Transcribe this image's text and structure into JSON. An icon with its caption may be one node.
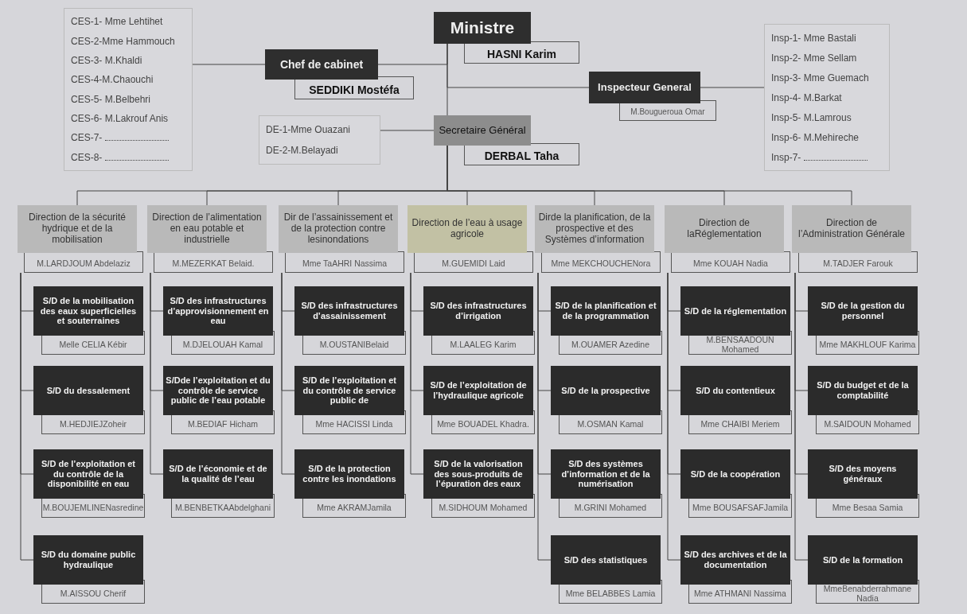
{
  "diagram": {
    "nodes": [
      {
        "text": [
          "CES-1- Mme Lehtihet",
          "CES-2-Mme Hammouch",
          "CES-3- M.Khaldi",
          "CES-4-M.Chaouchi",
          "CES-5- M.Belbehri",
          "CES-6- M.Lakrouf Anis",
          "CES-7-",
          "CES-8-"
        ]
      },
      {
        "text": [
          "Ministre",
          "HASNI Karim"
        ]
      },
      {
        "text": [
          "Insp-1- Mme Bastali",
          "Insp-2- Mme Sellam",
          "Insp-3- Mme Guemach",
          "Insp-4- M.Barkat",
          "Insp-5- M.Lamrous",
          "Insp-6- M.Mehireche",
          "Insp-7-"
        ]
      },
      {
        "text": [
          "Chef de cabinet",
          "SEDDIKI Mostéfa"
        ]
      },
      {
        "text": [
          "Inspecteur General",
          "M.Bougueroua Omar"
        ]
      },
      {
        "text": [
          "DE-1-Mme Ouazani",
          "DE-2-M.Belayadi"
        ]
      },
      {
        "text": [
          "Secretaire Général",
          "DERBAL Taha"
        ]
      },
      {
        "text": [
          "Direction de la sécurité hydrique et de la mobilisation",
          "M.LARDJOUM Abdelaziz"
        ]
      },
      {
        "text": [
          "S/D de la mobilisation des eaux superficielles et souterraines",
          "Melle CELIA Kébir"
        ]
      },
      {
        "text": [
          "S/D du dessalement",
          "M.HEDJIEJZoheir"
        ]
      },
      {
        "text": [
          "S/D de l’exploitation et du contrôle de la disponibilité en eau",
          "M.BOUJEMLINENasredine"
        ]
      },
      {
        "text": [
          "S/D du domaine public hydraulique",
          "M.AISSOU Cherif"
        ]
      },
      {
        "text": [
          "Direction de l’alimentation en eau potable et industrielle",
          "M.MEZERKAT Belaid."
        ]
      },
      {
        "text": [
          "S/D des infrastructures d’approvisionnement en eau",
          "M.DJELOUAH Kamal"
        ]
      },
      {
        "text": [
          "S/Dde l’exploitation et du contrôle de service public de l’eau potable",
          "M.BEDIAF Hicham"
        ]
      },
      {
        "text": [
          "S/D de l’économie et de la qualité de l’eau",
          "M.BENBETKAAbdelghani"
        ]
      },
      {
        "text": [
          "Dir de l’assainissement et de la protection contre lesinondations",
          "Mme TaAHRI Nassima"
        ]
      },
      {
        "text": [
          "S/D des infrastructures d’assainissement",
          "M.OUSTANIBelaid"
        ]
      },
      {
        "text": [
          "S/D de l’exploitation et du contrôle de service public de",
          "Mme HACISSI Linda"
        ]
      },
      {
        "text": [
          "S/D de la protection contre les inondations",
          "Mme AKRAMJamila"
        ]
      },
      {
        "text": [
          "Direction de l’eau à usage agricole",
          "M.GUEMIDI Laid"
        ]
      },
      {
        "text": [
          "S/D des infrastructures d’irrigation",
          "M.LAALEG Karim"
        ]
      },
      {
        "text": [
          "S/D de l’exploitation de l’hydraulique agricole",
          "Mme BOUADEL Khadra."
        ]
      },
      {
        "text": [
          "S/D de la valorisation des sous-produits de l’épuration des eaux",
          "M.SIDHOUM Mohamed"
        ]
      },
      {
        "text": [
          "Dirde la planification, de la prospective et des Systèmes d’information",
          "Mme MEKCHOUCHENora"
        ]
      },
      {
        "text": [
          "S/D de la planification et de la programmation",
          "M.OUAMER Azedine"
        ]
      },
      {
        "text": [
          "S/D de la prospective",
          "M.OSMAN Kamal"
        ]
      },
      {
        "text": [
          "S/D des systèmes d’information et de la numérisation",
          "M.GRINI Mohamed"
        ]
      },
      {
        "text": [
          "S/D des statistiques",
          "Mme BELABBES Lamia"
        ]
      },
      {
        "text": [
          "Direction de laRéglementation",
          "Mme KOUAH Nadia"
        ]
      },
      {
        "text": [
          "S/D de la réglementation",
          "M.BENSAADOUN Mohamed"
        ]
      },
      {
        "text": [
          "S/D du contentieux",
          "Mme CHAIBI Meriem"
        ]
      },
      {
        "text": [
          "S/D de la coopération",
          "Mme BOUSAFSAFJamila"
        ]
      },
      {
        "text": [
          "S/D des archives et de la documentation",
          "Mme ATHMANI Nassima"
        ]
      },
      {
        "text": [
          "Direction de l’Administration Générale",
          "M.TADJER Farouk"
        ]
      },
      {
        "text": [
          "S/D de la gestion du personnel",
          "Mme MAKHLOUF Karima"
        ]
      },
      {
        "text": [
          "S/D du budget et de la comptabilité",
          "M.SAIDOUN Mohamed"
        ]
      },
      {
        "text": [
          "S/D des moyens généraux",
          "Mme Besaa Samia"
        ]
      },
      {
        "text": [
          "S/D de la formation",
          "MmeBenabderrahmane Nadia"
        ]
      }
    ],
    "edges": [
      {
        "from": 0,
        "to": 3,
        "arrow": "none"
      },
      {
        "from": 1,
        "to": 3,
        "arrow": "none"
      },
      {
        "from": 1,
        "to": 4,
        "arrow": "none"
      },
      {
        "from": 4,
        "to": 2,
        "arrow": "none"
      },
      {
        "from": 1,
        "to": 6,
        "arrow": "none"
      },
      {
        "from": 5,
        "to": 6,
        "arrow": "none"
      },
      {
        "from": 6,
        "to": 7,
        "arrow": "none"
      },
      {
        "from": 6,
        "to": 12,
        "arrow": "none"
      },
      {
        "from": 6,
        "to": 16,
        "arrow": "none"
      },
      {
        "from": 6,
        "to": 20,
        "arrow": "none"
      },
      {
        "from": 6,
        "to": 24,
        "arrow": "none"
      },
      {
        "from": 6,
        "to": 29,
        "arrow": "none"
      },
      {
        "from": 6,
        "to": 34,
        "arrow": "none"
      },
      {
        "from": 7,
        "to": 8,
        "arrow": "none"
      },
      {
        "from": 7,
        "to": 9,
        "arrow": "none"
      },
      {
        "from": 7,
        "to": 10,
        "arrow": "none"
      },
      {
        "from": 7,
        "to": 11,
        "arrow": "none"
      },
      {
        "from": 12,
        "to": 13,
        "arrow": "none"
      },
      {
        "from": 12,
        "to": 14,
        "arrow": "none"
      },
      {
        "from": 12,
        "to": 15,
        "arrow": "none"
      },
      {
        "from": 16,
        "to": 17,
        "arrow": "none"
      },
      {
        "from": 16,
        "to": 18,
        "arrow": "none"
      },
      {
        "from": 16,
        "to": 19,
        "arrow": "none"
      },
      {
        "from": 20,
        "to": 21,
        "arrow": "none"
      },
      {
        "from": 20,
        "to": 22,
        "arrow": "none"
      },
      {
        "from": 20,
        "to": 23,
        "arrow": "none"
      },
      {
        "from": 24,
        "to": 25,
        "arrow": "none"
      },
      {
        "from": 24,
        "to": 26,
        "arrow": "none"
      },
      {
        "from": 24,
        "to": 27,
        "arrow": "none"
      },
      {
        "from": 24,
        "to": 28,
        "arrow": "none"
      },
      {
        "from": 29,
        "to": 30,
        "arrow": "none"
      },
      {
        "from": 29,
        "to": 31,
        "arrow": "none"
      },
      {
        "from": 29,
        "to": 32,
        "arrow": "none"
      },
      {
        "from": 29,
        "to": 33,
        "arrow": "none"
      },
      {
        "from": 34,
        "to": 35,
        "arrow": "none"
      },
      {
        "from": 34,
        "to": 36,
        "arrow": "none"
      },
      {
        "from": 34,
        "to": 37,
        "arrow": "none"
      },
      {
        "from": 34,
        "to": 38,
        "arrow": "none"
      }
    ]
  }
}
